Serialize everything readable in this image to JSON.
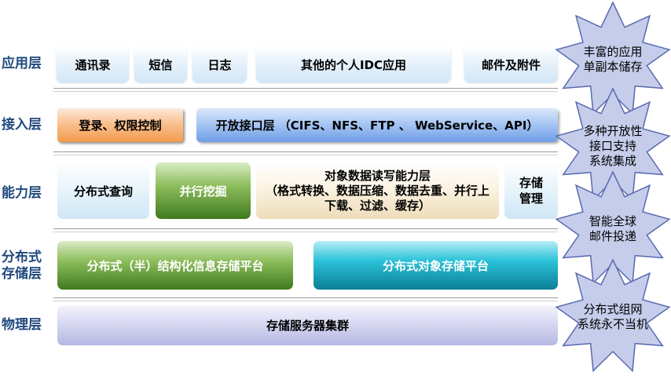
{
  "layers": {
    "application": "应用层",
    "access": "接入层",
    "capability": "能力层",
    "storage_line1": "分布式",
    "storage_line2": "存储层",
    "physical": "物理层"
  },
  "application_boxes": [
    "通讯录",
    "短信",
    "日志",
    "其他的个人IDC应用",
    "邮件及附件"
  ],
  "access_boxes": {
    "login": "登录、权限控制",
    "open_api": "开放接口层 （CIFS、NFS、FTP 、 WebService、API）"
  },
  "capability_boxes": {
    "distributed_query": "分布式查询",
    "parallel_mining": "并行挖掘",
    "object_rw_title": "对象数据读写能力层",
    "object_rw_detail": "（格式转换、数据压缩、数据去重、并行上下载、过滤、缓存）",
    "storage_mgmt": "存储管理"
  },
  "storage_boxes": {
    "structured": "分布式（半）结构化信息存储平台",
    "object": "分布式对象存储平台"
  },
  "physical_boxes": {
    "cluster": "存储服务器集群"
  },
  "stars": [
    {
      "line1": "丰富的应用",
      "line2": "单副本储存"
    },
    {
      "line1": "多种开放性",
      "line2": "接口支持",
      "line3": "系统集成"
    },
    {
      "line1": "智能全球",
      "line2": "邮件投递"
    },
    {
      "line1": "分布式组网",
      "line2": "系统永不当机"
    }
  ],
  "colors": {
    "label": "#1f497d",
    "star_fill": "#c5cdea",
    "star_stroke": "#5a6ab0"
  }
}
